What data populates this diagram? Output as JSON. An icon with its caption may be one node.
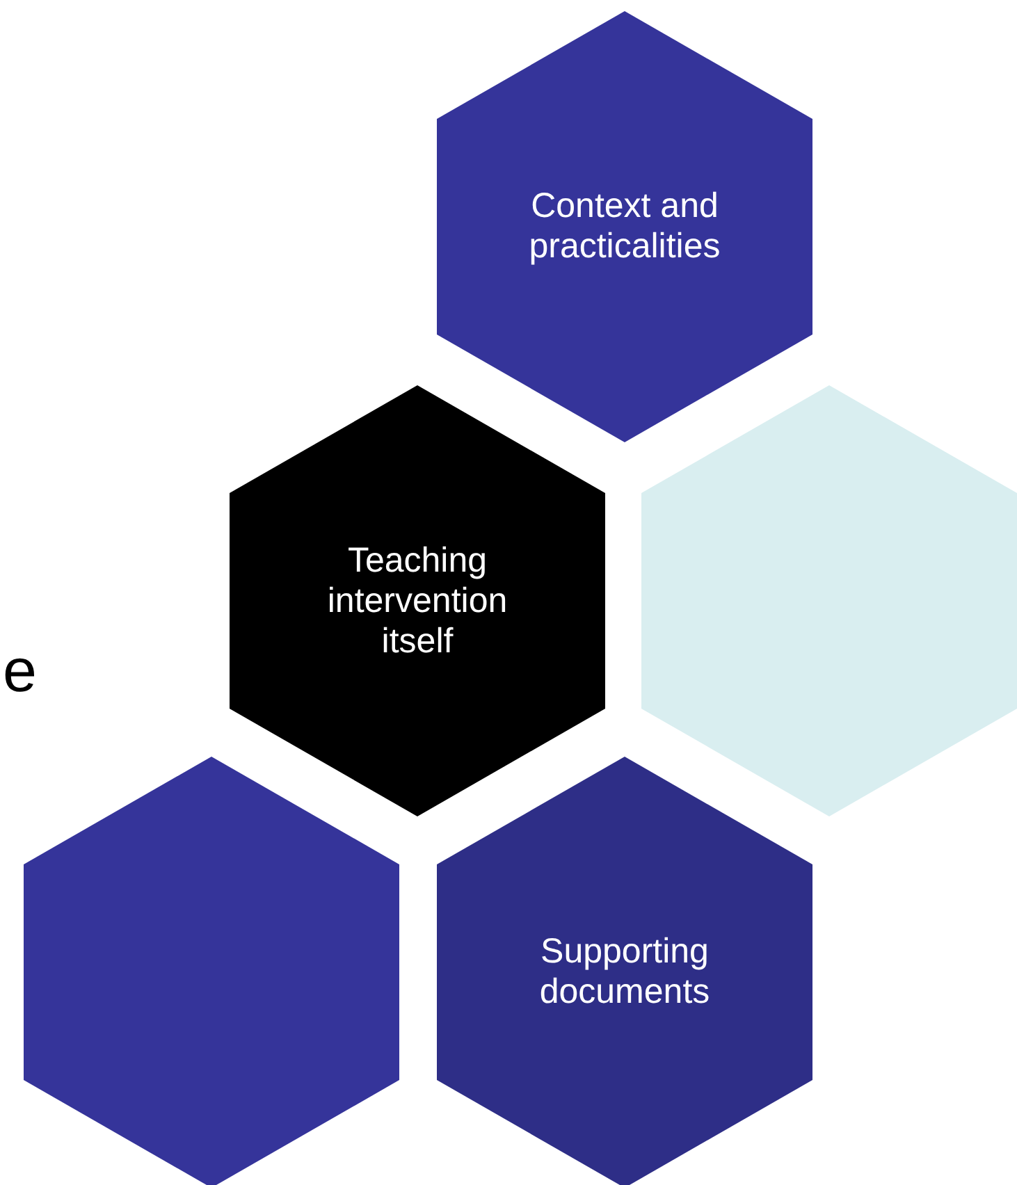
{
  "diagram": {
    "nodes": [
      {
        "text": [
          "Context and practicalities"
        ]
      },
      {
        "text": [
          "Teaching intervention itself"
        ]
      },
      {
        "text": [],
        "shape": "hexagon"
      },
      {
        "text": [],
        "shape": "hexagon"
      },
      {
        "text": [
          "Supporting documents"
        ]
      }
    ],
    "labels": [
      "e"
    ]
  }
}
